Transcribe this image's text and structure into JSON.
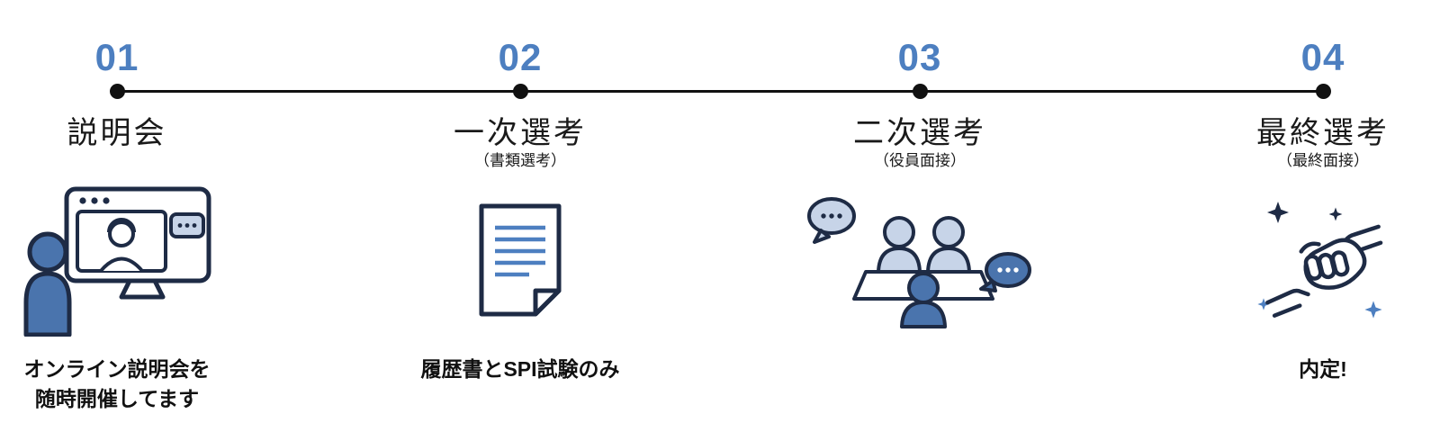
{
  "steps": [
    {
      "number": "01",
      "title": "説明会",
      "subtitle": "",
      "description": "オンライン説明会を\n随時開催してます",
      "icon": "online-briefing-icon"
    },
    {
      "number": "02",
      "title": "一次選考",
      "subtitle": "（書類選考）",
      "description": "履歴書とSPI試験のみ",
      "icon": "document-icon"
    },
    {
      "number": "03",
      "title": "二次選考",
      "subtitle": "（役員面接）",
      "description": "",
      "icon": "panel-interview-icon"
    },
    {
      "number": "04",
      "title": "最終選考",
      "subtitle": "（最終面接）",
      "description": "内定!",
      "icon": "handshake-icon"
    }
  ],
  "colors": {
    "accent_blue": "#4d7fc0",
    "outline_navy": "#1e2b45",
    "fill_blue": "#4a74ad",
    "fill_light_blue": "#c7d4e8",
    "timeline_black": "#111111"
  }
}
